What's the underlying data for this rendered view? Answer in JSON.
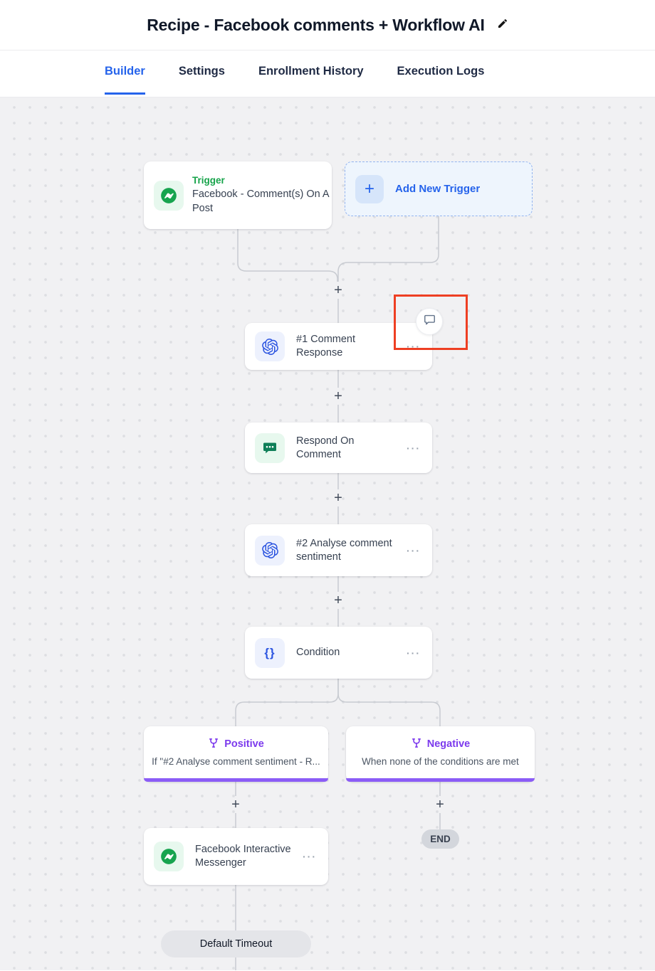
{
  "header": {
    "title": "Recipe - Facebook comments + Workflow AI"
  },
  "tabs": {
    "items": [
      {
        "label": "Builder",
        "active": true
      },
      {
        "label": "Settings",
        "active": false
      },
      {
        "label": "Enrollment History",
        "active": false
      },
      {
        "label": "Execution Logs",
        "active": false
      }
    ]
  },
  "workflow": {
    "trigger": {
      "badge": "Trigger",
      "title": "Facebook - Comment(s) On A Post",
      "icon": "facebook-messenger-icon"
    },
    "add_trigger": {
      "label": "Add New Trigger",
      "plus": "+"
    },
    "steps": [
      {
        "title": "#1 Comment Response",
        "icon": "openai-icon"
      },
      {
        "title": "Respond On Comment",
        "icon": "respond-comment-icon"
      },
      {
        "title": "#2 Analyse comment sentiment",
        "icon": "openai-icon"
      },
      {
        "title": "Condition",
        "icon": "braces-icon",
        "glyph": "{}"
      }
    ],
    "branches": [
      {
        "label": "Positive",
        "condition": "If \"#2 Analyse comment sentiment - R...",
        "icon": "branch-split-icon"
      },
      {
        "label": "Negative",
        "condition": "When none of the conditions are met",
        "icon": "branch-split-icon"
      }
    ],
    "action": {
      "title": "Facebook Interactive Messenger",
      "icon": "facebook-messenger-icon"
    },
    "end_label": "END",
    "timeout_label": "Default Timeout"
  },
  "ui": {
    "plus": "+",
    "menu_dots": "···",
    "colors": {
      "accent_blue": "#2563eb",
      "trigger_green": "#16a34a",
      "openai_blue": "#2b54e0",
      "branch_purple": "#7c3aed",
      "branch_bar": "#8b5cf6",
      "highlight_red": "#ee3f23",
      "canvas_bg": "#f1f1f3"
    }
  }
}
